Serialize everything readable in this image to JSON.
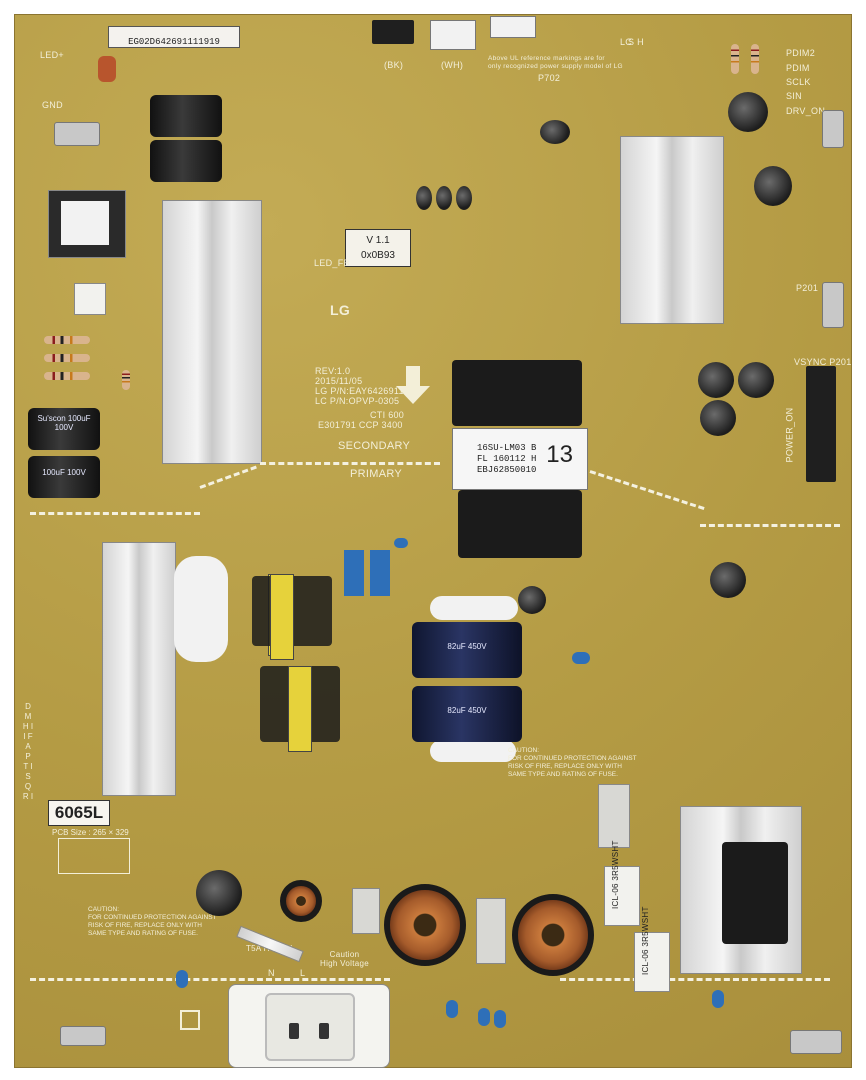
{
  "sticker": {
    "serial": "EG02D642691111919"
  },
  "version_box": {
    "line1": "V 1.1",
    "line2": "0x0B93"
  },
  "header_labels": {
    "led_plus": "LED+",
    "gnd": "GND",
    "bk": "(BK)",
    "wh": "(WH)",
    "p702": "P702",
    "lc": "LC",
    "sh": "S H",
    "ul_note": "Above UL reference markings are for\nonly recognized power supply model of LG",
    "pdim2": "PDIM2",
    "pdim": "PDIM",
    "sclk": "SCLK",
    "sin": "SIN",
    "drv_on": "DRV_ON"
  },
  "mid_labels": {
    "led_fb": "LED_FB",
    "lg": "LG",
    "rev": "REV:1.0",
    "date": "2015/11/05",
    "lg_pn": "LG P/N:EAY64269111",
    "lc_pn": "LC P/N:OPVP-0305",
    "cti": "CTI 600",
    "ccp": "E301791 CCP 3400",
    "secondary": "SECONDARY",
    "primary": "PRIMARY",
    "p201": "P201",
    "vsync": "VSYNC P201",
    "power_on": "POWER_ON"
  },
  "transformer": {
    "line1": "16SU-LM03 B",
    "line2": "FL 160112 H",
    "line3": "EBJ62850010",
    "code": "13"
  },
  "capacitors": {
    "susc_1": "Su'scon 100uF 100V",
    "susc_2": "100uF 100V",
    "bulk_1": "82uF 450V",
    "bulk_2": "82uF 450V"
  },
  "bottom_labels": {
    "model": "6065L",
    "pcb_size": "PCB Size : 265 × 329",
    "side_code": "D M H I I F A P T I S Q R I",
    "caution_left": "CAUTION:\nFOR CONTINUED PROTECTION AGAINST\nRISK OF FIRE, REPLACE ONLY WITH\nSAME TYPE AND RATING OF FUSE.",
    "caution_mid": "CAUTION:\nFOR CONTINUED PROTECTION AGAINST\nRISK OF FIRE, REPLACE ONLY WITH\nSAME TYPE AND RATING OF FUSE.",
    "fuse": "T5A H 250V",
    "caution_hv": "Caution\nHigh Voltage",
    "icl1": "ICL-06 3R5WSHT",
    "icl2": "ICL-06 3R5WSHT",
    "n": "N",
    "l": "L"
  },
  "colors": {
    "pcb": "#b7a04a",
    "silkscreen": "#f3efd8",
    "heatsink": "#e0e0e0",
    "cap_blue": "#1f2a55",
    "coil_yellow": "#e6d23b",
    "copper": "#c97a3c"
  }
}
